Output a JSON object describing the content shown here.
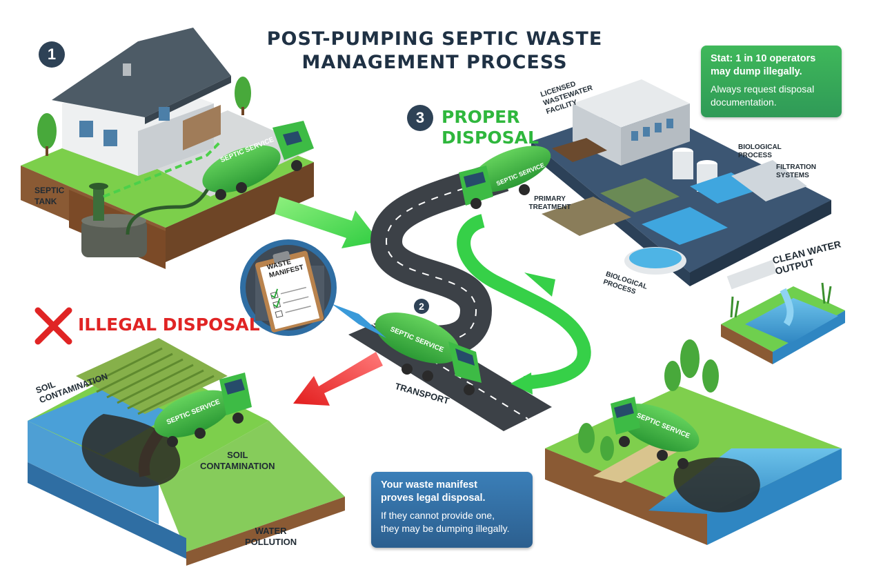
{
  "title": {
    "line1": "POST-PUMPING SEPTIC WASTE",
    "line2": "MANAGEMENT PROCESS"
  },
  "steps": {
    "step1": "1",
    "step2": "2",
    "step3": "3"
  },
  "proper_disposal": {
    "line1": "PROPER",
    "line2": "DISPOSAL"
  },
  "illegal_disposal": "ILLEGAL DISPOSAL",
  "labels": {
    "septic_tank_1": "SEPTIC",
    "septic_tank_2": "TANK",
    "licensed_1": "LICENSED",
    "licensed_2": "WASTEWATER",
    "licensed_3": "FACILITY",
    "biological_process_1": "BIOLOGICAL",
    "biological_process_2": "PROCESS",
    "filtration_1": "FILTRATION",
    "filtration_2": "SYSTEMS",
    "primary_treatment": "PRIMARY TREATMENT",
    "biological_lower_1": "BIOLOGICAL",
    "biological_lower_2": "PROCESS",
    "clean_water_1": "CLEAN WATER",
    "clean_water_2": "OUTPUT",
    "transport": "TRANSPORT",
    "soil_contam_top_1": "SOIL",
    "soil_contam_top_2": "CONTAMINATION",
    "soil_contam_mid_1": "SOIL",
    "soil_contam_mid_2": "CONTAMINATION",
    "water_pollution_1": "WATER",
    "water_pollution_2": "POLLUTION"
  },
  "manifest": {
    "line1": "WASTE",
    "line2": "MANIFEST"
  },
  "truck_text": "SEPTIC SERVICE",
  "callout_stat": {
    "line1": "Stat: 1 in 10 operators",
    "line2": "may dump illegally.",
    "line3": "Always request disposal",
    "line4": "documentation."
  },
  "callout_manifest": {
    "line1": "Your waste manifest",
    "line2": "proves legal disposal.",
    "line3": "If they cannot provide one,",
    "line4": "they may be dumping illegally."
  },
  "colors": {
    "title": "#1f3144",
    "accent_green": "#2fb73d",
    "illegal_red": "#e02424",
    "badge": "#2e4256",
    "facility_base": "#3c5673",
    "water": "#4aa3d6"
  }
}
